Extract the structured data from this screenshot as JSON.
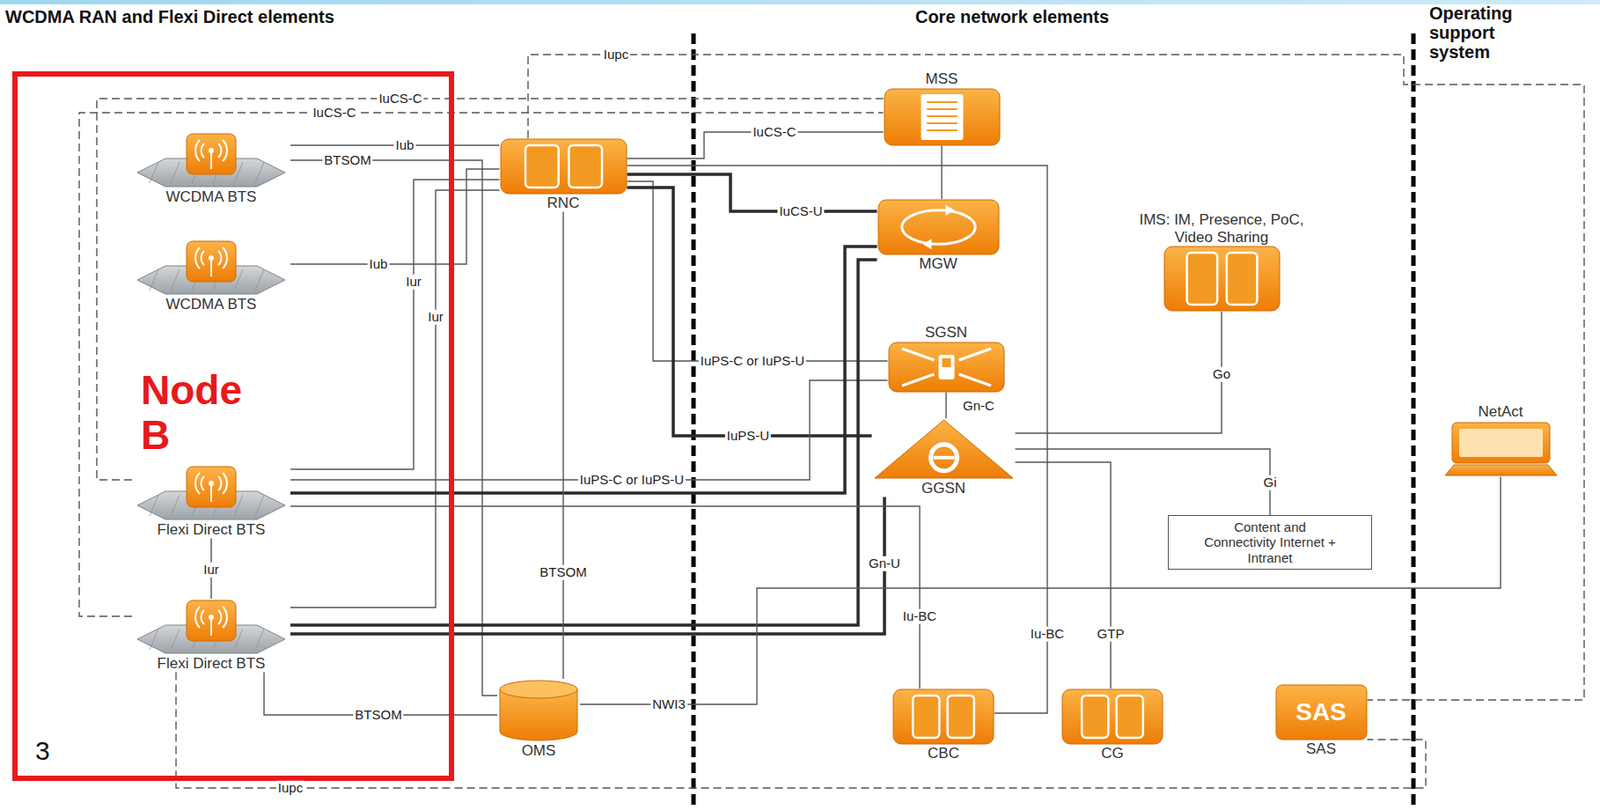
{
  "diagram": {
    "nodes": [
      {
        "text": [
          "Node B"
        ]
      },
      {
        "text": [
          "WCDMA BTS"
        ],
        "in": 0
      },
      {
        "text": [
          "WCDMA BTS"
        ],
        "in": 0
      },
      {
        "text": [
          "Flexi Direct BTS"
        ],
        "in": 0
      },
      {
        "text": [
          "Flexi Direct BTS"
        ],
        "in": 0
      },
      {
        "text": [
          "RNC"
        ]
      },
      {
        "text": [
          "MSS"
        ]
      },
      {
        "text": [
          "MGW"
        ]
      },
      {
        "text": [
          "IMS: IM, Presence, PoC, Video Sharing"
        ]
      },
      {
        "text": [
          "SGSN"
        ]
      },
      {
        "text": [
          "GGSN"
        ]
      },
      {
        "text": [
          "NetAct"
        ]
      },
      {
        "text": [
          "Content and Connectivity Internet + Intranet"
        ]
      },
      {
        "text": [
          "OMS"
        ]
      },
      {
        "text": [
          "CBC"
        ]
      },
      {
        "text": [
          "CG"
        ]
      },
      {
        "text": [
          "SAS",
          "SAS"
        ]
      }
    ],
    "edges": [
      {
        "from": 1,
        "to": 5,
        "arrow": "none",
        "label": "Iub"
      },
      {
        "from": 1,
        "to": 13,
        "arrow": "none",
        "label": "BTSOM"
      },
      {
        "from": 2,
        "to": 5,
        "arrow": "none",
        "label": "Iub"
      },
      {
        "from": 3,
        "to": 5,
        "arrow": "none",
        "label": "Iur"
      },
      {
        "from": 4,
        "to": 5,
        "arrow": "none",
        "label": "Iur"
      },
      {
        "from": 3,
        "to": 4,
        "arrow": "none",
        "label": "Iur"
      },
      {
        "from": 3,
        "to": 6,
        "arrow": "none",
        "label": "IuCS-C"
      },
      {
        "from": 4,
        "to": 6,
        "arrow": "none",
        "label": "IuCS-C"
      },
      {
        "from": 5,
        "to": 6,
        "arrow": "none",
        "label": "IuCS-C"
      },
      {
        "from": 5,
        "to": 7,
        "arrow": "none",
        "label": "IuCS-U"
      },
      {
        "from": 5,
        "to": 9,
        "arrow": "none",
        "label": "IuPS-C or IuPS-U"
      },
      {
        "from": 5,
        "to": 10,
        "arrow": "none",
        "label": "IuPS-U"
      },
      {
        "from": 3,
        "to": 9,
        "arrow": "none",
        "label": "IuPS-C or IuPS-U"
      },
      {
        "from": 3,
        "to": 7,
        "arrow": "none"
      },
      {
        "from": 4,
        "to": 7,
        "arrow": "none"
      },
      {
        "from": 6,
        "to": 7,
        "arrow": "none"
      },
      {
        "from": 9,
        "to": 10,
        "arrow": "none",
        "label": "Gn-C"
      },
      {
        "from": 10,
        "to": 8,
        "arrow": "none",
        "label": "Go"
      },
      {
        "from": 10,
        "to": 12,
        "arrow": "none",
        "label": "Gi"
      },
      {
        "from": 4,
        "to": 10,
        "arrow": "none",
        "label": "Gn-U"
      },
      {
        "from": 3,
        "to": 14,
        "arrow": "none",
        "label": "Iu-BC"
      },
      {
        "from": 5,
        "to": 14,
        "arrow": "none",
        "label": "Iu-BC"
      },
      {
        "from": 10,
        "to": 15,
        "arrow": "none",
        "label": "GTP"
      },
      {
        "from": 5,
        "to": 13,
        "arrow": "none",
        "label": "BTSOM"
      },
      {
        "from": 4,
        "to": 13,
        "arrow": "none",
        "label": "BTSOM"
      },
      {
        "from": 13,
        "to": 11,
        "arrow": "none",
        "label": "NWI3"
      },
      {
        "from": 5,
        "to": 16,
        "arrow": "none",
        "label": "Iupc"
      },
      {
        "from": 4,
        "to": 16,
        "arrow": "none",
        "label": "Iupc"
      }
    ],
    "labels": [
      "WCDMA RAN and Flexi Direct elements",
      "Core network elements",
      "Operating support system",
      "3"
    ]
  }
}
